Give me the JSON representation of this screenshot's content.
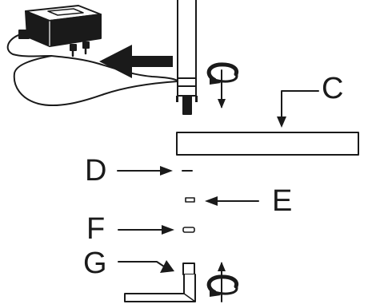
{
  "labels": {
    "c": "C",
    "d": "D",
    "e": "E",
    "f": "F",
    "g": "G"
  },
  "colors": {
    "ink": "#1a1a1a",
    "paper": "#ffffff"
  },
  "icons": {
    "adapter": "power-adapter-icon",
    "rotate": "rotate-arrow-icon"
  }
}
